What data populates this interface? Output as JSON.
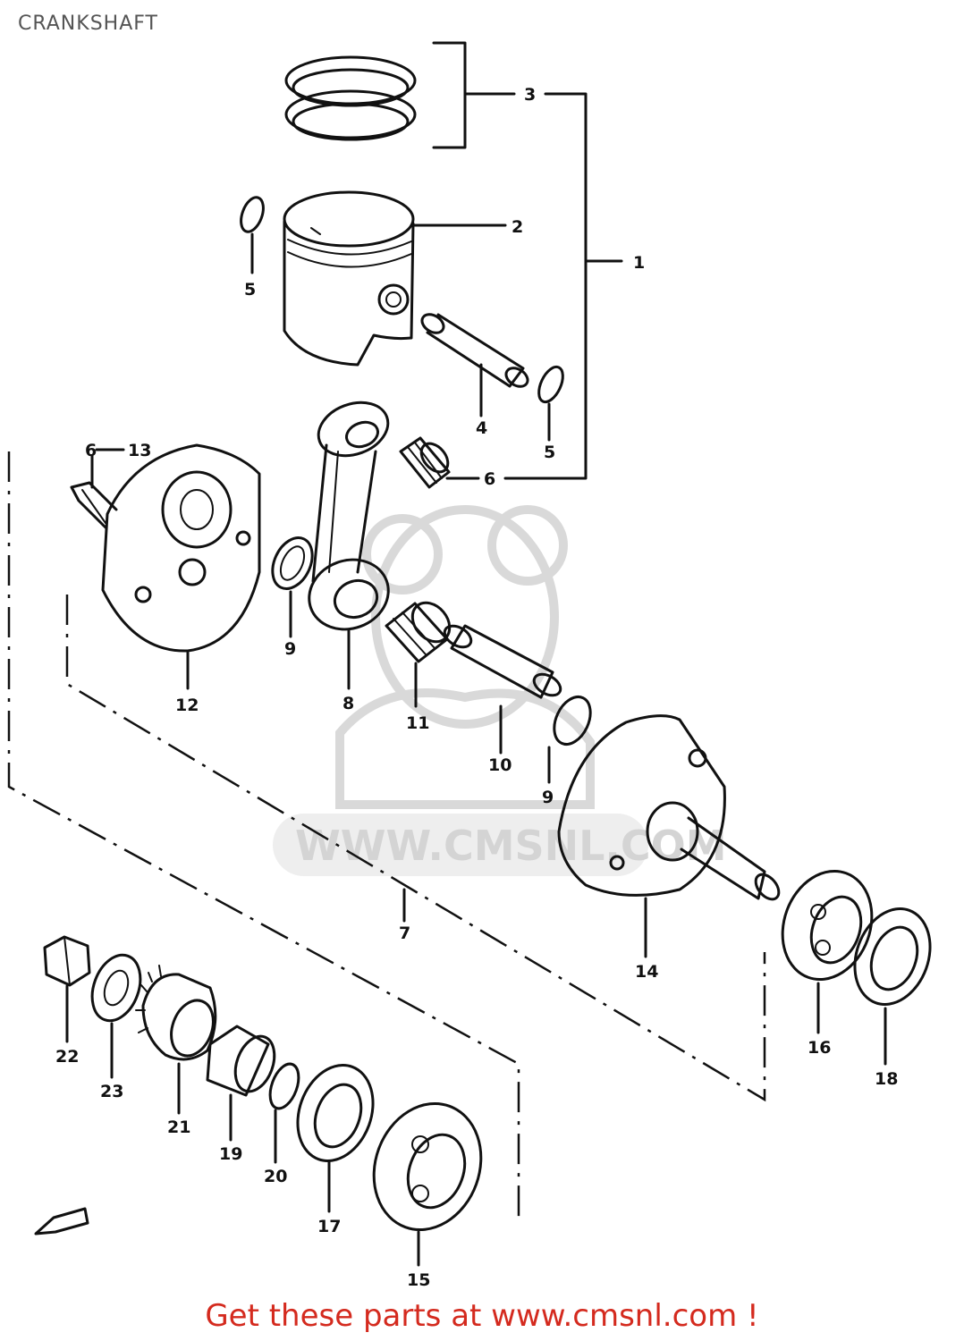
{
  "page": {
    "title": "CRANKSHAFT",
    "footer": "Get these parts at www.cmsnl.com !"
  },
  "watermark": {
    "text": "WWW.CMSNL.COM"
  },
  "part_labels": {
    "p1": "1",
    "p2": "2",
    "p3": "3",
    "p4": "4",
    "p5a": "5",
    "p5b": "5",
    "p6a": "6",
    "p6b": "6",
    "p7": "7",
    "p8": "8",
    "p9a": "9",
    "p9b": "9",
    "p10": "10",
    "p11": "11",
    "p12": "12",
    "p13": "13",
    "p14": "14",
    "p15": "15",
    "p16": "16",
    "p17": "17",
    "p18": "18",
    "p19": "19",
    "p20": "20",
    "p21": "21",
    "p22": "22",
    "p23": "23"
  },
  "colors": {
    "ink": "#111111",
    "footer": "#d42a1e",
    "title": "#555555",
    "watermark": "#d4d4d4"
  }
}
